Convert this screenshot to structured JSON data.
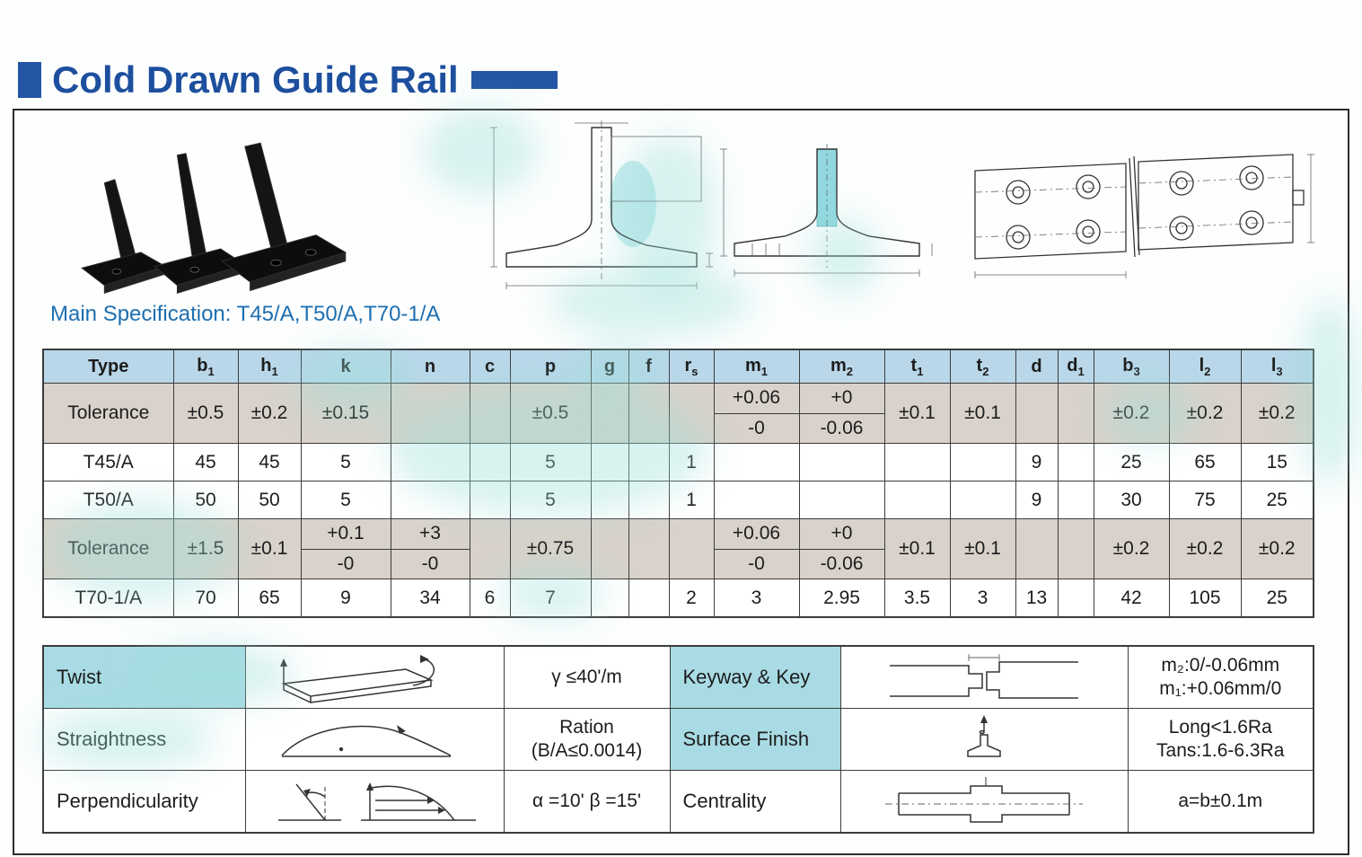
{
  "page": {
    "title": "Cold Drawn Guide Rail",
    "main_spec_label": "Main Specification: T45/A,T50/A,T70-1/A"
  },
  "colors": {
    "title_blue": "#1d4f9e",
    "header_row_bg": "#b9d7e9",
    "tolerance_row_bg": "#d8d2ca",
    "label_cell_bg": "#a9dbe4",
    "watermark_cyan": "#9adfd8"
  },
  "spec_table": {
    "headers": [
      {
        "t": "Type"
      },
      {
        "t": "b",
        "s": "1"
      },
      {
        "t": "h",
        "s": "1"
      },
      {
        "t": "k"
      },
      {
        "t": "n"
      },
      {
        "t": "c"
      },
      {
        "t": "p"
      },
      {
        "t": "g"
      },
      {
        "t": "f"
      },
      {
        "t": "r",
        "s": "s"
      },
      {
        "t": "m",
        "s": "1"
      },
      {
        "t": "m",
        "s": "2"
      },
      {
        "t": "t",
        "s": "1"
      },
      {
        "t": "t",
        "s": "2"
      },
      {
        "t": "d"
      },
      {
        "t": "d",
        "s": "1"
      },
      {
        "t": "b",
        "s": "3"
      },
      {
        "t": "l",
        "s": "2"
      },
      {
        "t": "l",
        "s": "3"
      }
    ],
    "rows": [
      {
        "type": "tolerance",
        "cells": [
          "Tolerance",
          "±0.5",
          "±0.2",
          "±0.15",
          "",
          "",
          "±0.5",
          "",
          "",
          "",
          {
            "top": "+0.06",
            "bottom": "-0"
          },
          {
            "top": "+0",
            "bottom": "-0.06"
          },
          "±0.1",
          "±0.1",
          "",
          "",
          "±0.2",
          "±0.2",
          "±0.2"
        ]
      },
      {
        "type": "data",
        "cells": [
          "T45/A",
          "45",
          "45",
          "5",
          "",
          "",
          "5",
          "",
          "",
          "1",
          "",
          "",
          "",
          "",
          "9",
          "",
          "25",
          "65",
          "15"
        ]
      },
      {
        "type": "data",
        "cells": [
          "T50/A",
          "50",
          "50",
          "5",
          "",
          "",
          "5",
          "",
          "",
          "1",
          "",
          "",
          "",
          "",
          "9",
          "",
          "30",
          "75",
          "25"
        ]
      },
      {
        "type": "tolerance",
        "cells": [
          "Tolerance",
          "±1.5",
          "±0.1",
          {
            "top": "+0.1",
            "bottom": "-0"
          },
          {
            "top": "+3",
            "bottom": "-0"
          },
          "",
          "±0.75",
          "",
          "",
          "",
          {
            "top": "+0.06",
            "bottom": "-0"
          },
          {
            "top": "+0",
            "bottom": "-0.06"
          },
          "±0.1",
          "±0.1",
          "",
          "",
          "±0.2",
          "±0.2",
          "±0.2"
        ]
      },
      {
        "type": "data",
        "cells": [
          "T70-1/A",
          "70",
          "65",
          "9",
          "34",
          "6",
          "7",
          "",
          "",
          "2",
          "3",
          "2.95",
          "3.5",
          "3",
          "13",
          "",
          "42",
          "105",
          "25"
        ]
      }
    ]
  },
  "properties_table": {
    "rows": [
      {
        "left_label": "Twist",
        "left_value_lines": [
          "γ ≤40'/m"
        ],
        "right_label": "Keyway & Key",
        "right_value_lines": [
          "m₂:0/-0.06mm",
          "m₁:+0.06mm/0"
        ]
      },
      {
        "left_label": "Straightness",
        "left_value_lines": [
          "Ration",
          "(B/A≤0.0014)"
        ],
        "right_label": "Surface Finish",
        "right_value_lines": [
          "Long<1.6Ra",
          "Tans:1.6-6.3Ra"
        ]
      },
      {
        "left_label": "Perpendicularity",
        "left_value_lines": [
          "α =10'  β =15'"
        ],
        "right_label": "Centrality",
        "right_value_lines": [
          "a=b±0.1m"
        ]
      }
    ]
  }
}
